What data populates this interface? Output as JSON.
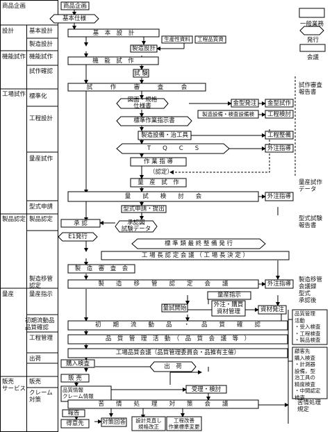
{
  "phases": {
    "planning": "商品企画",
    "design": "設計",
    "func_trial": "機能試作",
    "factory_trial": "工場試作",
    "product_cert": "製品認定",
    "mass_prod": "量産",
    "sales_service": "販売\nサービス"
  },
  "sub_phases": {
    "basic_design": "基本設計",
    "manuf_design": "製造設計",
    "func_trial": "機能試作",
    "trial_confirm": "試作確認",
    "standardize": "標準化",
    "process_design": "工程設計",
    "mass_trial": "量産試作",
    "type_apply": "型式申請",
    "product_cert": "製品認定",
    "manuf_transfer": "製造移管\n認定",
    "mass_instruct": "量産指示",
    "initial_flow": "初期流動品\n品質確認",
    "process_mgmt": "工程管理",
    "shipping": "出荷",
    "sales": "販売",
    "claim": "クレーム\n対策"
  },
  "legend": {
    "general_work": "一般業務",
    "issue": "発行",
    "meeting": "会議"
  },
  "right_notes": {
    "trial_review": "試作審査\n報告書",
    "mass_trial_data": "量産試作\nデータ",
    "type_test": "型式試験\n報告書",
    "transfer_record": "製造移管\n会議録\n型式\n承認後",
    "qc_activity": "品質管理\n活動\n・受入検査\n・工程検査\n・製品検査",
    "customer_accept": "顧客先\n購入検査\n・計測器\n設備，型\n治工具の\n精度検査\n・中間認定\n検査",
    "complaint_rule": "苦情処理\n規定"
  },
  "nodes": {
    "product_planning": "商品企画",
    "basic_spec": "基本仕様",
    "basic_design": "基　本　設　計",
    "production_spec": "生産性資料",
    "process_quality": "工程品質資",
    "manuf_design": "製造設計",
    "func_trial": "機　能　試　作",
    "trial_check": "試 験",
    "trial_review_meeting": "試　　　作　　　審　　　査　　　会",
    "drawing_spec": "図面・規格\n仕様書",
    "mold_order": "金型発注",
    "mold_trial": "金型試作",
    "std_work_instr": "標準作業指示書",
    "equip_design": "製造設備・検査設備検",
    "process_review": "工程検討",
    "equip_tools": "製造設備・治工具",
    "process_setup": "工程整備",
    "tqcs": "T　　Q　　C　　S",
    "outsource_guide1": "外注指導",
    "work_instruct": "作 業 指 導",
    "approval_pending": "（認定）",
    "mass_trial": "量　産　試　作",
    "mass_trial_review": "量　　試　　検　　討　　会",
    "outsource_guide2": "外注指導",
    "type_app_submit": "型式申請・提出",
    "approval": "承 認",
    "approved_drawing": "承認図\n試験データ",
    "e1_issue": "E1発行",
    "std_issue": "標 準 類 最 終 整 備 発 行",
    "factory_cert": "工 場 長 認 定 会 議 （ 工 場 長 決 定 ）",
    "manuf_review": "製　造　審　査　会",
    "manuf_transfer_meeting": "製　　造　　移　　管　　認　　定　　会　　議",
    "outsource_guide3": "外注指導",
    "mass_instruct": "量産指示",
    "trial_start": "量試開始",
    "outsource_purchase": "外注・購買\n資材管理",
    "material_order": "資材発注",
    "initial_flow": "初　　期　　流　　動　　品　　・　　品　　質　　確　　認",
    "quality_mgmt": "品　質　管　理　活　動　（　品　質　会　議　等　）",
    "factory_quality": "工場品質会議（品質管理委員会・品推有主催）",
    "purchase_inspect": "購入検査",
    "shipping": "出　荷",
    "sales": "販 売",
    "quality_info": "品質情報\nクレーム情報",
    "acceptance": "受理・検討",
    "complaint_meeting": "苦　　情　　処　　理　　対　　策　　会　　議",
    "report": "報告",
    "customer": "得意先",
    "response": "対策回答",
    "design_review": "設計見直し\n規格改正",
    "process_improve": "工程改善\n作業標準変更"
  }
}
